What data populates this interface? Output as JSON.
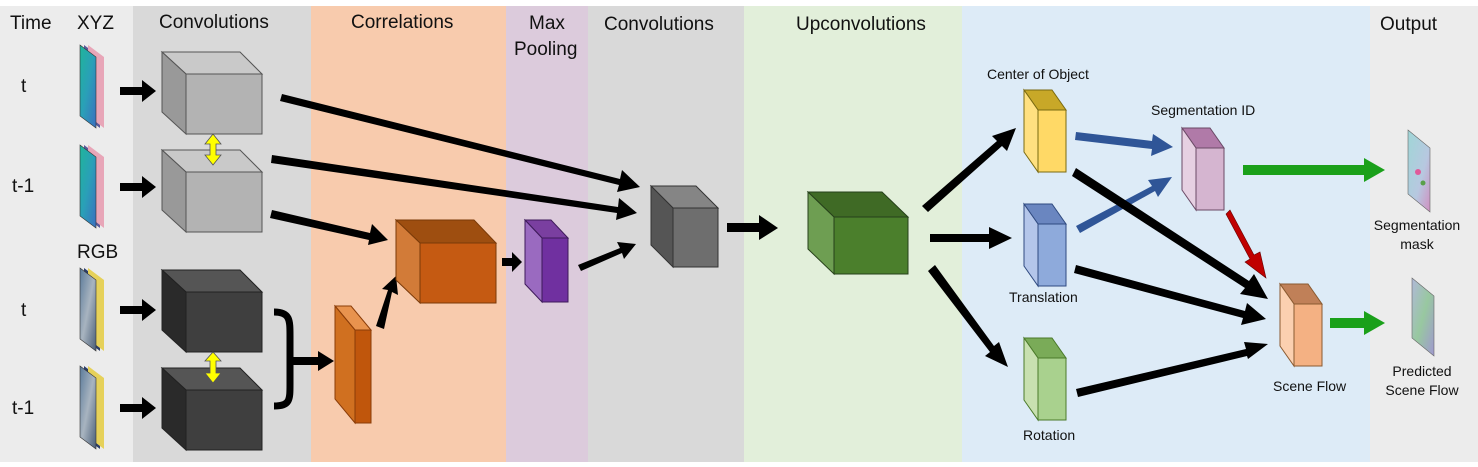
{
  "columns": {
    "time": "Time",
    "xyz": "XYZ",
    "rgb": "RGB",
    "convolutions_1": "Convolutions",
    "correlations": "Correlations",
    "max_pooling_line1": "Max",
    "max_pooling_line2": "Pooling",
    "convolutions_2": "Convolutions",
    "upconvolutions": "Upconvolutions",
    "output": "Output"
  },
  "time_labels": {
    "xyz_t": "t",
    "xyz_t1": "t-1",
    "rgb_t": "t",
    "rgb_t1": "t-1"
  },
  "heads": {
    "center": "Center of Object",
    "translation": "Translation",
    "rotation": "Rotation",
    "segmentation": "Segmentation ID",
    "scene_flow": "Scene Flow"
  },
  "outputs": {
    "seg_line1": "Segmentation",
    "seg_line2": "mask",
    "flow_line1": "Predicted",
    "flow_line2": "Scene Flow"
  },
  "colors": {
    "band_gray": "#d9d9d9",
    "band_light": "#ececec",
    "band_peach": "#f8cbad",
    "band_lilac": "#dccbdc",
    "band_green": "#e2efda",
    "band_blue": "#ddebf7",
    "arrow_black": "#000000",
    "arrow_blue": "#2f5597",
    "arrow_green": "#1aa01a",
    "arrow_red": "#c00000",
    "arrow_yellow": "#ffff00"
  }
}
